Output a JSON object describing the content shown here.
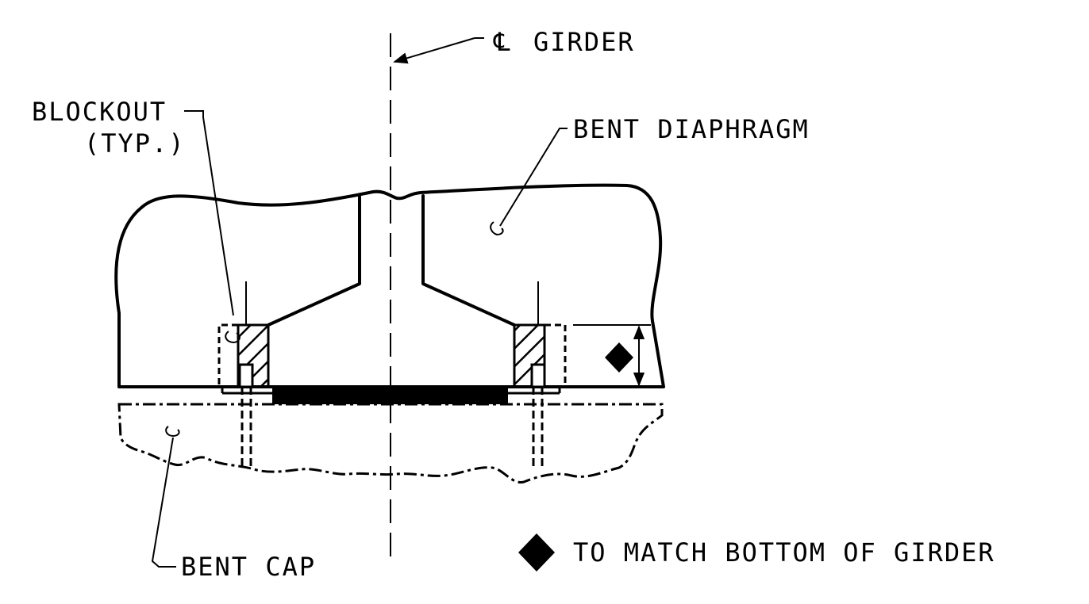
{
  "labels": {
    "centerline_symbol": "℄",
    "centerline_text": "GIRDER",
    "blockout_line1": "BLOCKOUT",
    "blockout_line2": "(TYP.)",
    "bent_diaphragm": "BENT DIAPHRAGM",
    "bent_cap": "BENT CAP",
    "note": "TO MATCH BOTTOM OF GIRDER"
  },
  "colors": {
    "ink": "#000000",
    "background": "#ffffff"
  },
  "icons": {
    "note_marker": "diamond-icon"
  }
}
